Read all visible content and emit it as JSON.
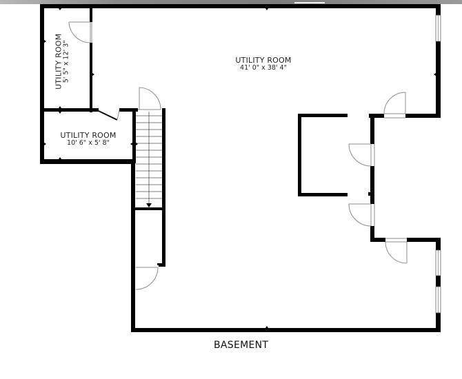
{
  "floor": {
    "label": "BASEMENT"
  },
  "rooms": [
    {
      "id": "main",
      "name": "UTILITY ROOM",
      "dims": "41' 0\" x 38' 4\""
    },
    {
      "id": "closet-tall",
      "name": "UTILITY ROOM",
      "dims": "5' 5\" x 12' 3\""
    },
    {
      "id": "closet-wide",
      "name": "UTILITY ROOM",
      "dims": "10' 6\" x 5' 8\""
    }
  ],
  "colors": {
    "wall": "#000000",
    "door": "#8c8c8c",
    "background": "#ffffff"
  },
  "stairs": {
    "direction": "down",
    "steps": 14
  }
}
